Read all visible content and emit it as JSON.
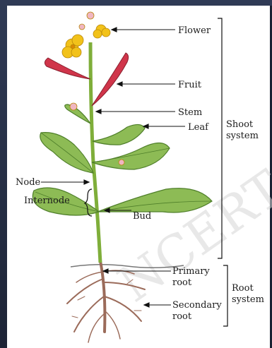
{
  "labels": {
    "flower": "Flower",
    "fruit": "Fruit",
    "stem": "Stem",
    "leaf": "Leaf",
    "shoot_system_1": "Shoot",
    "shoot_system_2": "system",
    "node": "Node",
    "internode": "Internode",
    "bud": "Bud",
    "primary_root_1": "Primary",
    "primary_root_2": "root",
    "secondary_root_1": "Secondary",
    "secondary_root_2": "root",
    "root_system_1": "Root",
    "root_system_2": "system"
  },
  "watermark": "NCERT",
  "colors": {
    "stem": "#7fae3a",
    "leaf": "#8dbb55",
    "leaf_dark": "#4f7f2a",
    "flower": "#f2c21a",
    "fruit": "#d0354a",
    "root": "#9b6b5a"
  }
}
